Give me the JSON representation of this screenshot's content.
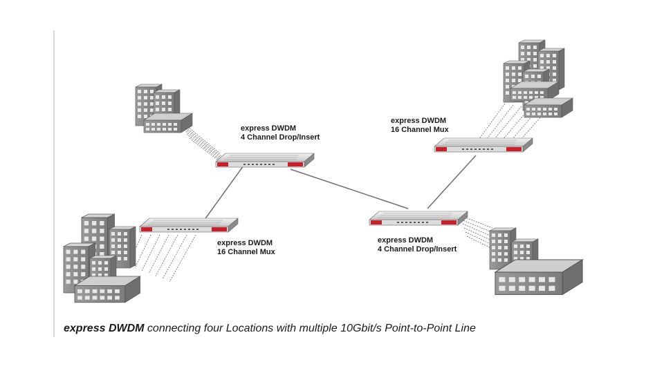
{
  "nodes": {
    "top_left_device": {
      "line1": "express DWDM",
      "line2": "4 Channel Drop/Insert"
    },
    "top_right_device": {
      "line1": "express DWDM",
      "line2": "16 Channel Mux"
    },
    "bottom_left_device": {
      "line1": "express DWDM",
      "line2": "16 Channel Mux"
    },
    "bottom_right_device": {
      "line1": "express DWDM",
      "line2": "4 Channel Drop/Insert"
    }
  },
  "caption": {
    "bold": "express DWDM",
    "rest": " connecting four Locations with multiple 10Gbit/s Point-to-Point Line"
  },
  "colors": {
    "building": "#8c8c8c",
    "device_accent": "#c8202a",
    "link": "#6e6e6e"
  }
}
